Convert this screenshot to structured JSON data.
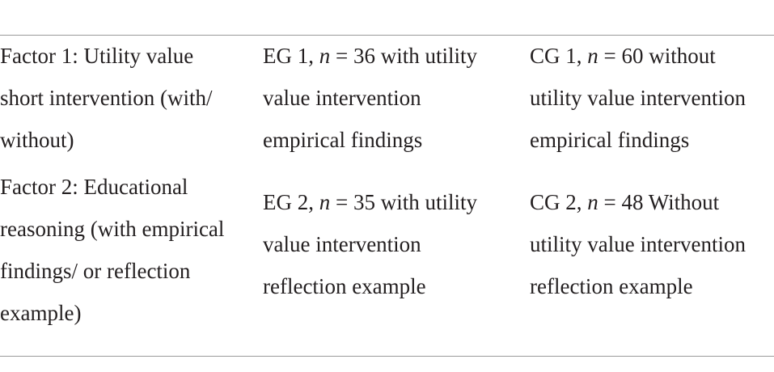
{
  "table": {
    "rows": [
      {
        "factor": [
          "Factor 1: Utility value",
          "short intervention (with/",
          "without)"
        ],
        "eg": {
          "prefix": "EG 1, ",
          "n_var": "n",
          "n_value": " = 36 with utility",
          "lines": [
            "value intervention",
            "empirical findings"
          ]
        },
        "cg": {
          "prefix": "CG 1, ",
          "n_var": "n",
          "n_value": " = 60 without",
          "lines": [
            "utility value intervention",
            "empirical findings"
          ]
        }
      },
      {
        "factor": [
          "Factor 2: Educational",
          "reasoning (with empirical",
          "findings/ or reflection",
          "example)"
        ],
        "eg": {
          "prefix": "EG 2, ",
          "n_var": "n",
          "n_value": " = 35 with utility",
          "lines": [
            "value intervention",
            "reflection example"
          ]
        },
        "cg": {
          "prefix": "CG 2, ",
          "n_var": "n",
          "n_value": " = 48 Without",
          "lines": [
            "utility value intervention",
            "reflection example"
          ]
        }
      }
    ]
  }
}
